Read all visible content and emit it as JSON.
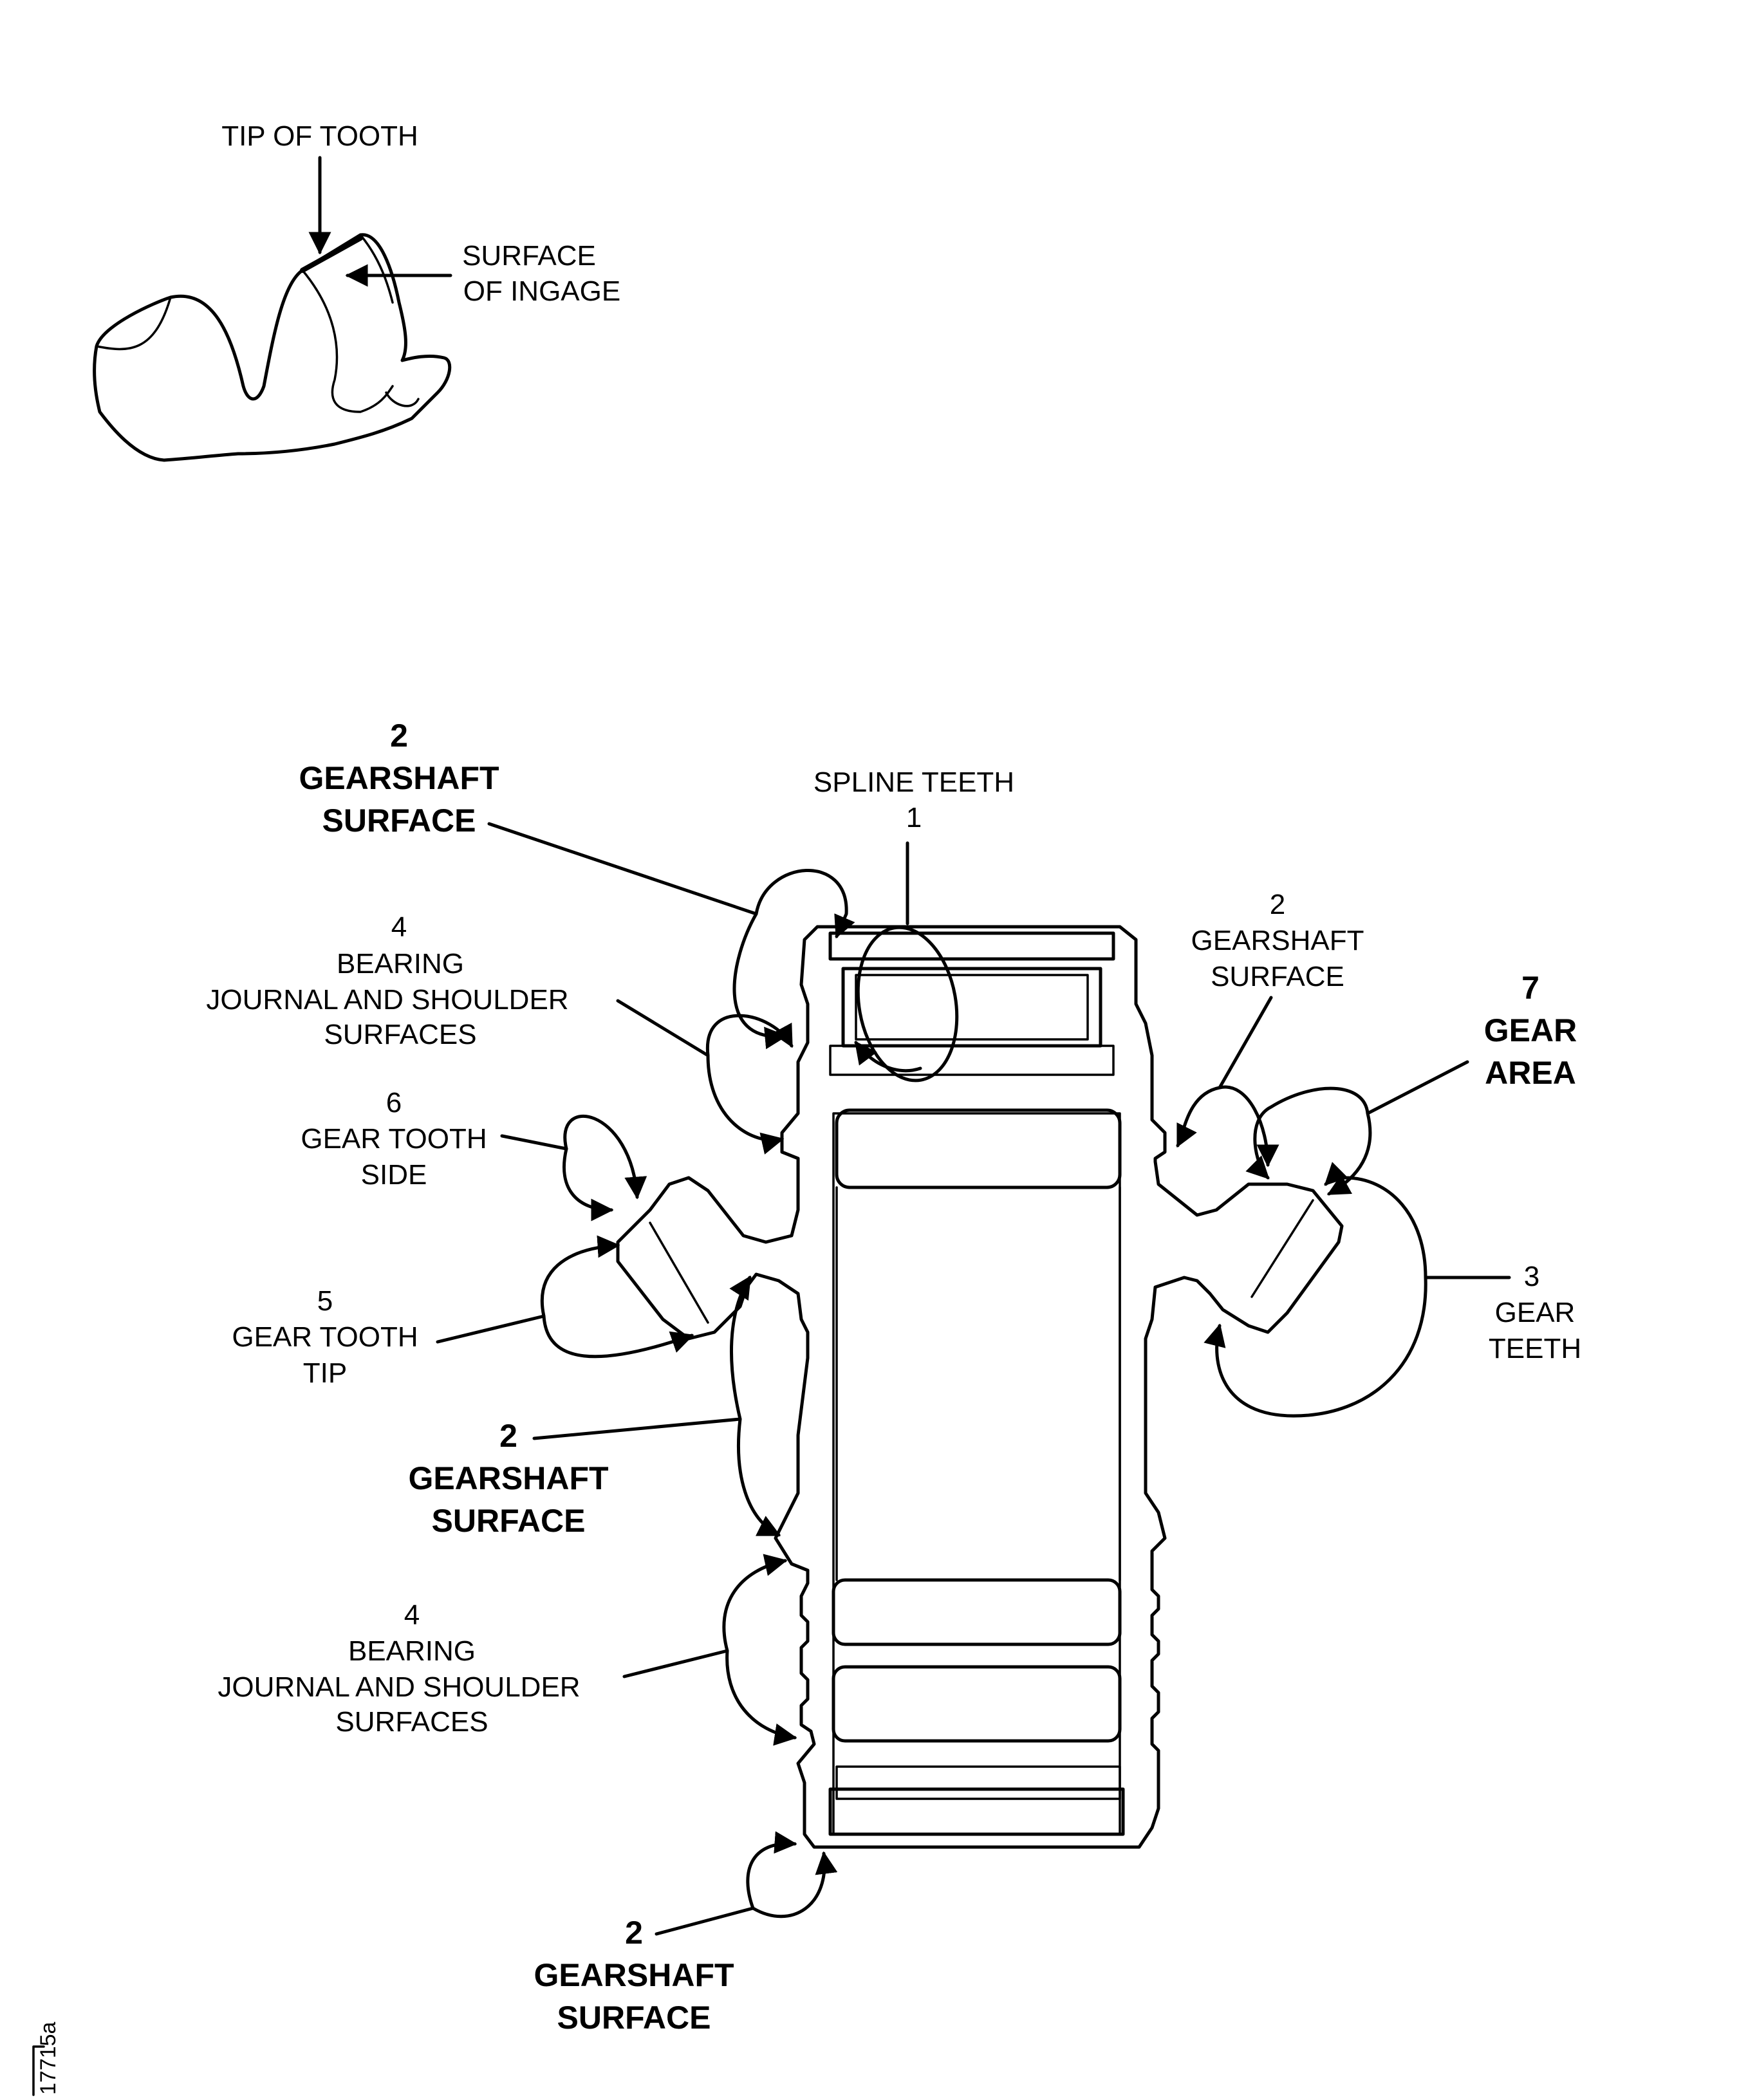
{
  "tooth_detail": {
    "tip_of_tooth": "TIP OF TOOTH",
    "surface_of_ingage": [
      "SURFACE",
      "OF INGAGE"
    ]
  },
  "callouts": {
    "spline_teeth": {
      "label": "SPLINE TEETH",
      "number": "1"
    },
    "gearshaft_top_left": {
      "number": "2",
      "lines": [
        "GEARSHAFT",
        "SURFACE"
      ]
    },
    "bearing_upper": {
      "number": "4",
      "lines": [
        "BEARING",
        "JOURNAL AND SHOULDER",
        "SURFACES"
      ]
    },
    "gear_tooth_side": {
      "number": "6",
      "lines": [
        "GEAR TOOTH",
        "SIDE"
      ]
    },
    "gear_tooth_tip": {
      "number": "5",
      "lines": [
        "GEAR TOOTH",
        "TIP"
      ]
    },
    "gearshaft_mid_left": {
      "number": "2",
      "lines": [
        "GEARSHAFT",
        "SURFACE"
      ]
    },
    "bearing_lower": {
      "number": "4",
      "lines": [
        "BEARING",
        "JOURNAL AND SHOULDER",
        "SURFACES"
      ]
    },
    "gearshaft_bottom": {
      "number": "2",
      "lines": [
        "GEARSHAFT",
        "SURFACE"
      ]
    },
    "gearshaft_right": {
      "number": "2",
      "lines": [
        "GEARSHAFT",
        "SURFACE"
      ]
    },
    "gear_area": {
      "number": "7",
      "lines": [
        "GEAR",
        "AREA"
      ]
    },
    "gear_teeth": {
      "number": "3",
      "lines": [
        "GEAR",
        "TEETH"
      ]
    }
  },
  "figure_id": "17715a"
}
